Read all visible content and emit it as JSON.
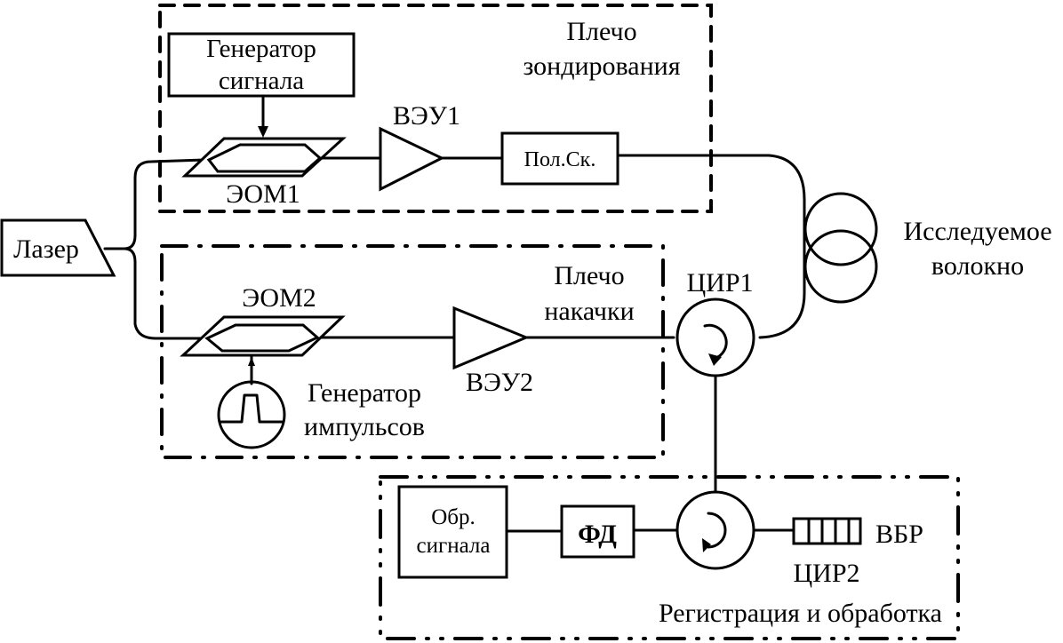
{
  "diagram": {
    "regions": {
      "probe_arm": {
        "label_line1": "Плечо",
        "label_line2": "зондирования"
      },
      "pump_arm": {
        "label_line1": "Плечо",
        "label_line2": "накачки"
      },
      "detection": {
        "label": "Регистрация и обработка"
      }
    },
    "components": {
      "laser": "Лазер",
      "signal_generator": {
        "line1": "Генератор",
        "line2": "сигнала"
      },
      "eom1": "ЭОМ1",
      "eom2": "ЭОМ2",
      "edfa1": "ВЭУ1",
      "edfa2": "ВЭУ2",
      "pol_scrambler": "Пол.Ск.",
      "fiber_under_test": {
        "line1": "Исследуемое",
        "line2": "волокно"
      },
      "circulator1": "ЦИР1",
      "circulator2": "ЦИР2",
      "pulse_generator": {
        "line1": "Генератор",
        "line2": "импульсов"
      },
      "photodetector": "ФД",
      "signal_processing": {
        "line1": "Обр.",
        "line2": "сигнала"
      },
      "fbg": "ВБР"
    }
  }
}
